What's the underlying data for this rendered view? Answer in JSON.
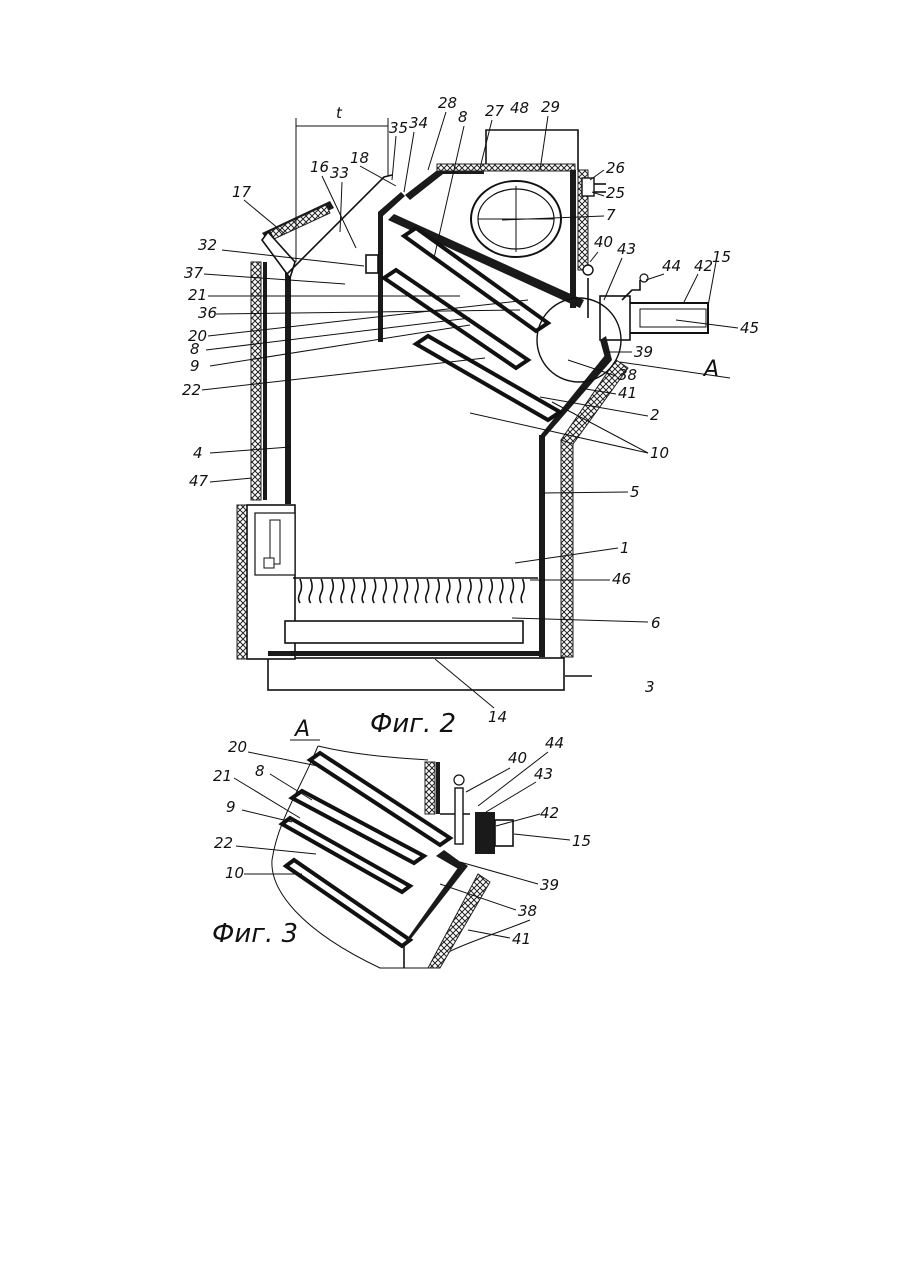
{
  "figures": {
    "fig2": {
      "caption": "Фиг. 2",
      "dimension_label": "t",
      "section_marker": "А",
      "labels": [
        "1",
        "2",
        "3",
        "4",
        "5",
        "6",
        "7",
        "8",
        "9",
        "10",
        "14",
        "15",
        "16",
        "17",
        "18",
        "20",
        "21",
        "22",
        "25",
        "26",
        "27",
        "28",
        "29",
        "32",
        "33",
        "34",
        "35",
        "36",
        "37",
        "38",
        "39",
        "40",
        "41",
        "42",
        "43",
        "44",
        "45",
        "46",
        "47",
        "48"
      ],
      "label_8_second": "8"
    },
    "fig3": {
      "caption": "Фиг. 3",
      "view_label": "А",
      "labels": [
        "20",
        "8",
        "21",
        "9",
        "22",
        "10",
        "40",
        "44",
        "43",
        "42",
        "15",
        "39",
        "38",
        "41"
      ]
    }
  }
}
